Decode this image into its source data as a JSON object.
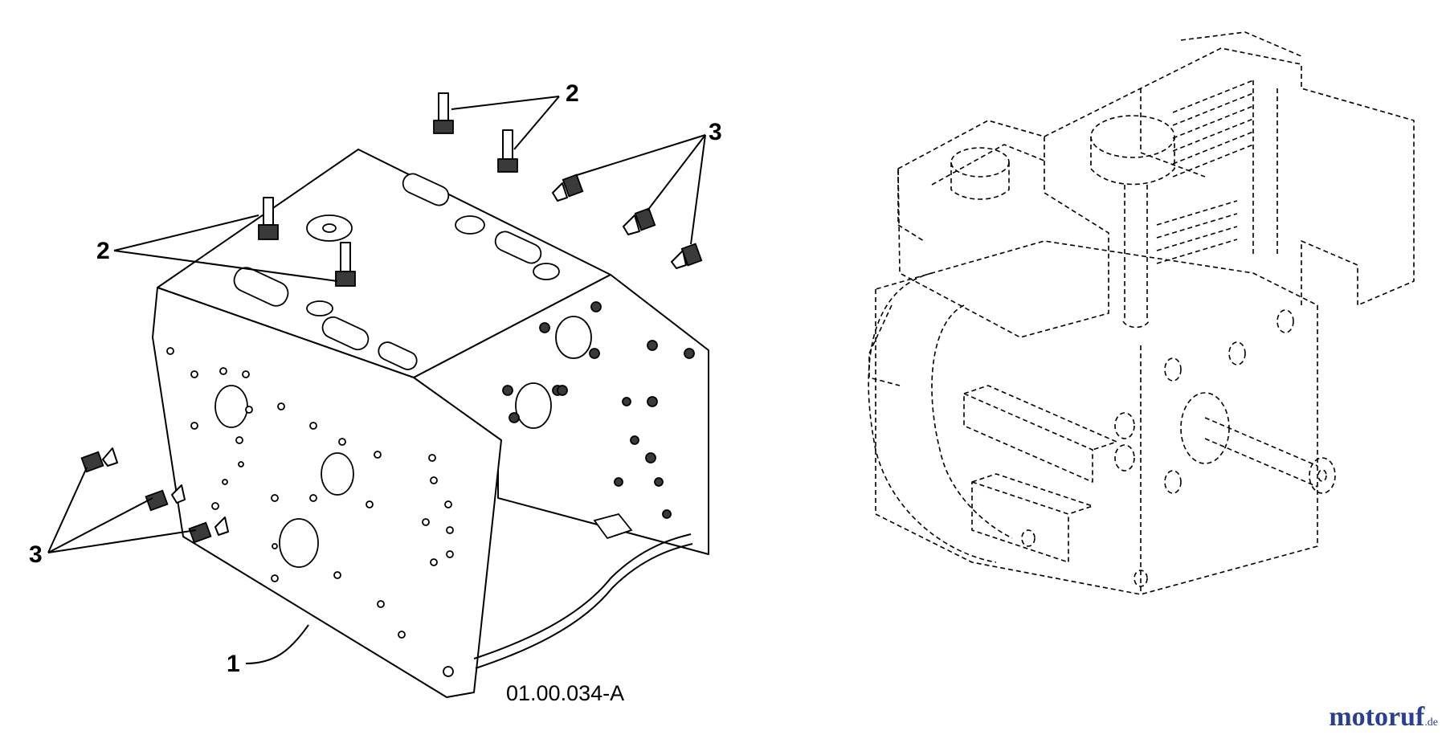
{
  "diagram": {
    "drawing_number": "01.00.034-A",
    "callouts": [
      {
        "id": "callout-1",
        "text": "1"
      },
      {
        "id": "callout-2-top",
        "text": "2"
      },
      {
        "id": "callout-2-left",
        "text": "2"
      },
      {
        "id": "callout-3-top",
        "text": "3"
      },
      {
        "id": "callout-3-left",
        "text": "3"
      }
    ]
  },
  "watermark": {
    "text": "motoruf",
    "tld": ".de",
    "color": "#2b3f8f"
  }
}
